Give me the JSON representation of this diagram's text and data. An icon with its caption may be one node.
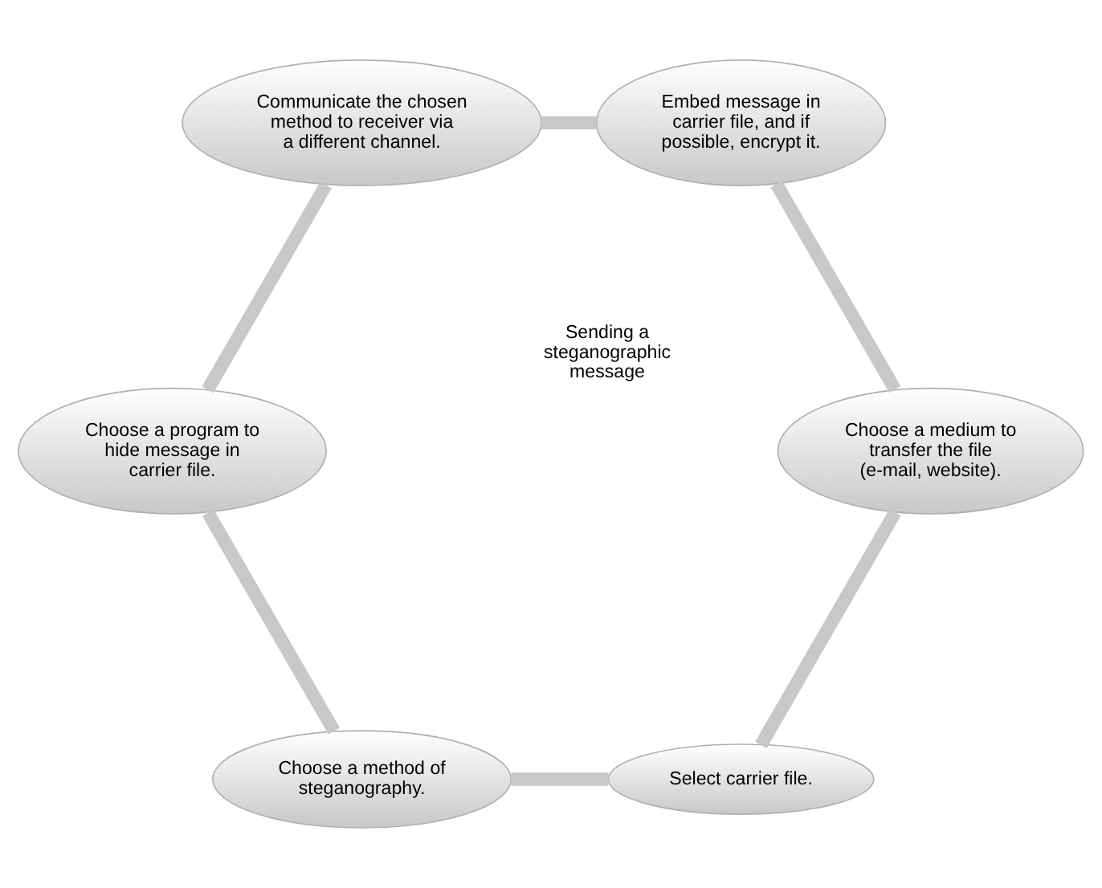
{
  "diagram": {
    "nodes": [
      {
        "text": [
          "Select carrier file."
        ]
      },
      {
        "text": [
          "Choose a method of steganography."
        ]
      },
      {
        "text": [
          "Choose a program to hide message in carrier file."
        ]
      },
      {
        "text": [
          "Communicate the chosen method to receiver via a different channel."
        ]
      },
      {
        "text": [
          "Embed message in carrier file, and if possible, encrypt it."
        ]
      },
      {
        "text": [
          "Choose a medium to transfer the file (e-mail, website)."
        ]
      }
    ],
    "edges": [
      {
        "from": 0,
        "to": 1,
        "arrow": "none"
      },
      {
        "from": 1,
        "to": 2,
        "arrow": "none"
      },
      {
        "from": 2,
        "to": 3,
        "arrow": "none"
      },
      {
        "from": 3,
        "to": 4,
        "arrow": "none"
      },
      {
        "from": 4,
        "to": 5,
        "arrow": "none"
      },
      {
        "from": 5,
        "to": 0,
        "arrow": "none"
      }
    ],
    "labels": [
      "Sending a steganographic message"
    ]
  }
}
